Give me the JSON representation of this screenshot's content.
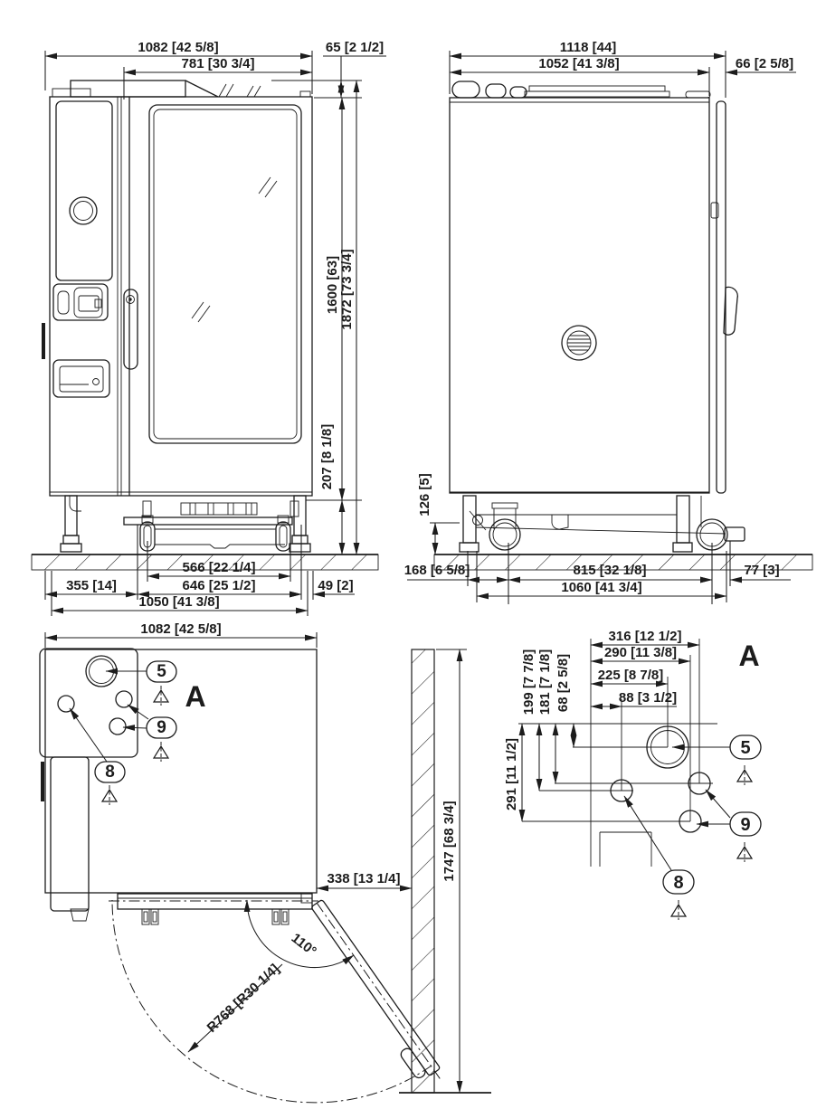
{
  "title": "Combi oven installation dimensional drawing",
  "callouts": {
    "c5": "5",
    "c8": "8",
    "c9": "9"
  },
  "front_view": {
    "overall_width": "1082 [42 5/8]",
    "door_width": "781 [30 3/4]",
    "top_clearance": "65 [2 1/2]",
    "door_height": "1600 [63]",
    "overall_height": "1872 [73 3/4]",
    "base_clearance": "207 [8 1/8]",
    "rail_spacing": "566 [22 1/4]",
    "frame_width": "646 [25 1/2]",
    "left_offset": "355 [14]",
    "right_offset": "49 [2]",
    "foot_spacing": "1050 [41 3/8]"
  },
  "side_view": {
    "overall_depth": "1118 [44]",
    "body_depth": "1052 [41 3/8]",
    "door_thickness": "66 [2 5/8]",
    "underbody_clearance": "126 [5]",
    "front_wheel_offset": "168 [6 5/8]",
    "wheel_spacing": "815 [32 1/8]",
    "rear_overhang": "77 [3]",
    "frame_depth": "1060 [41 3/4]"
  },
  "top_view": {
    "overall_width": "1082 [42 5/8]",
    "door_projection": "338 [13 1/4]",
    "wall_length": "1747 [68 3/4]",
    "door_opening_angle": "110°",
    "door_swing_radius": "R768 [R30 1/4]",
    "detail_marker": "A"
  },
  "detail_a": {
    "label": "A",
    "dim_316": "316 [12 1/2]",
    "dim_290": "290 [11 3/8]",
    "dim_225": "225 [8 7/8]",
    "dim_88": "88 [3 1/2]",
    "dim_199": "199 [7 7/8]",
    "dim_181": "181 [7 1/8]",
    "dim_68": "68 [2 5/8]",
    "dim_291": "291 [11 1/2]"
  }
}
